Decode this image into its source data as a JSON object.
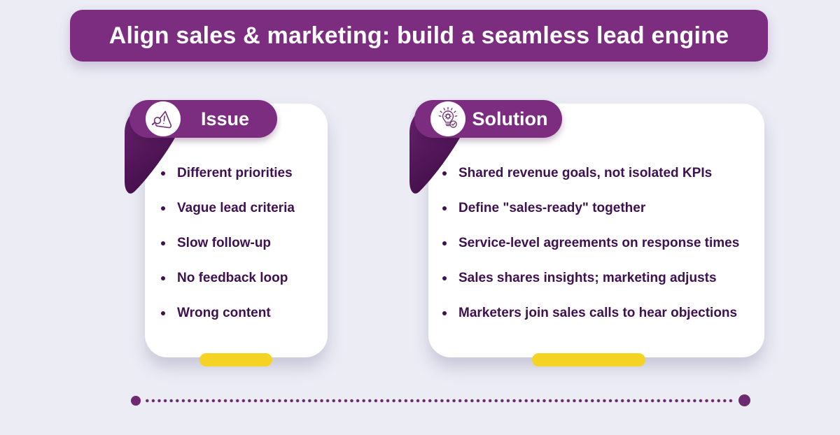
{
  "header": {
    "title": "Align sales & marketing: build a seamless lead engine"
  },
  "cards": {
    "issue": {
      "label": "Issue",
      "icon": "warning-search-icon",
      "items": [
        "Different priorities",
        "Vague lead criteria",
        "Slow follow-up",
        "No feedback loop",
        "Wrong content"
      ]
    },
    "solution": {
      "label": "Solution",
      "icon": "lightbulb-gear-check-icon",
      "items": [
        "Shared revenue goals, not isolated KPIs",
        "Define \"sales-ready\" together",
        "Service-level agreements on response times",
        "Sales shares insights; marketing adjusts",
        "Marketers join sales calls to hear objections"
      ]
    }
  },
  "colors": {
    "background": "#ebecf4",
    "banner_purple": "#7c2d80",
    "fold_dark_purple": "#470f4e",
    "text_purple": "#3f1150",
    "accent_yellow": "#f5d324",
    "dot_purple": "#6e2a71",
    "card_white": "#ffffff"
  }
}
